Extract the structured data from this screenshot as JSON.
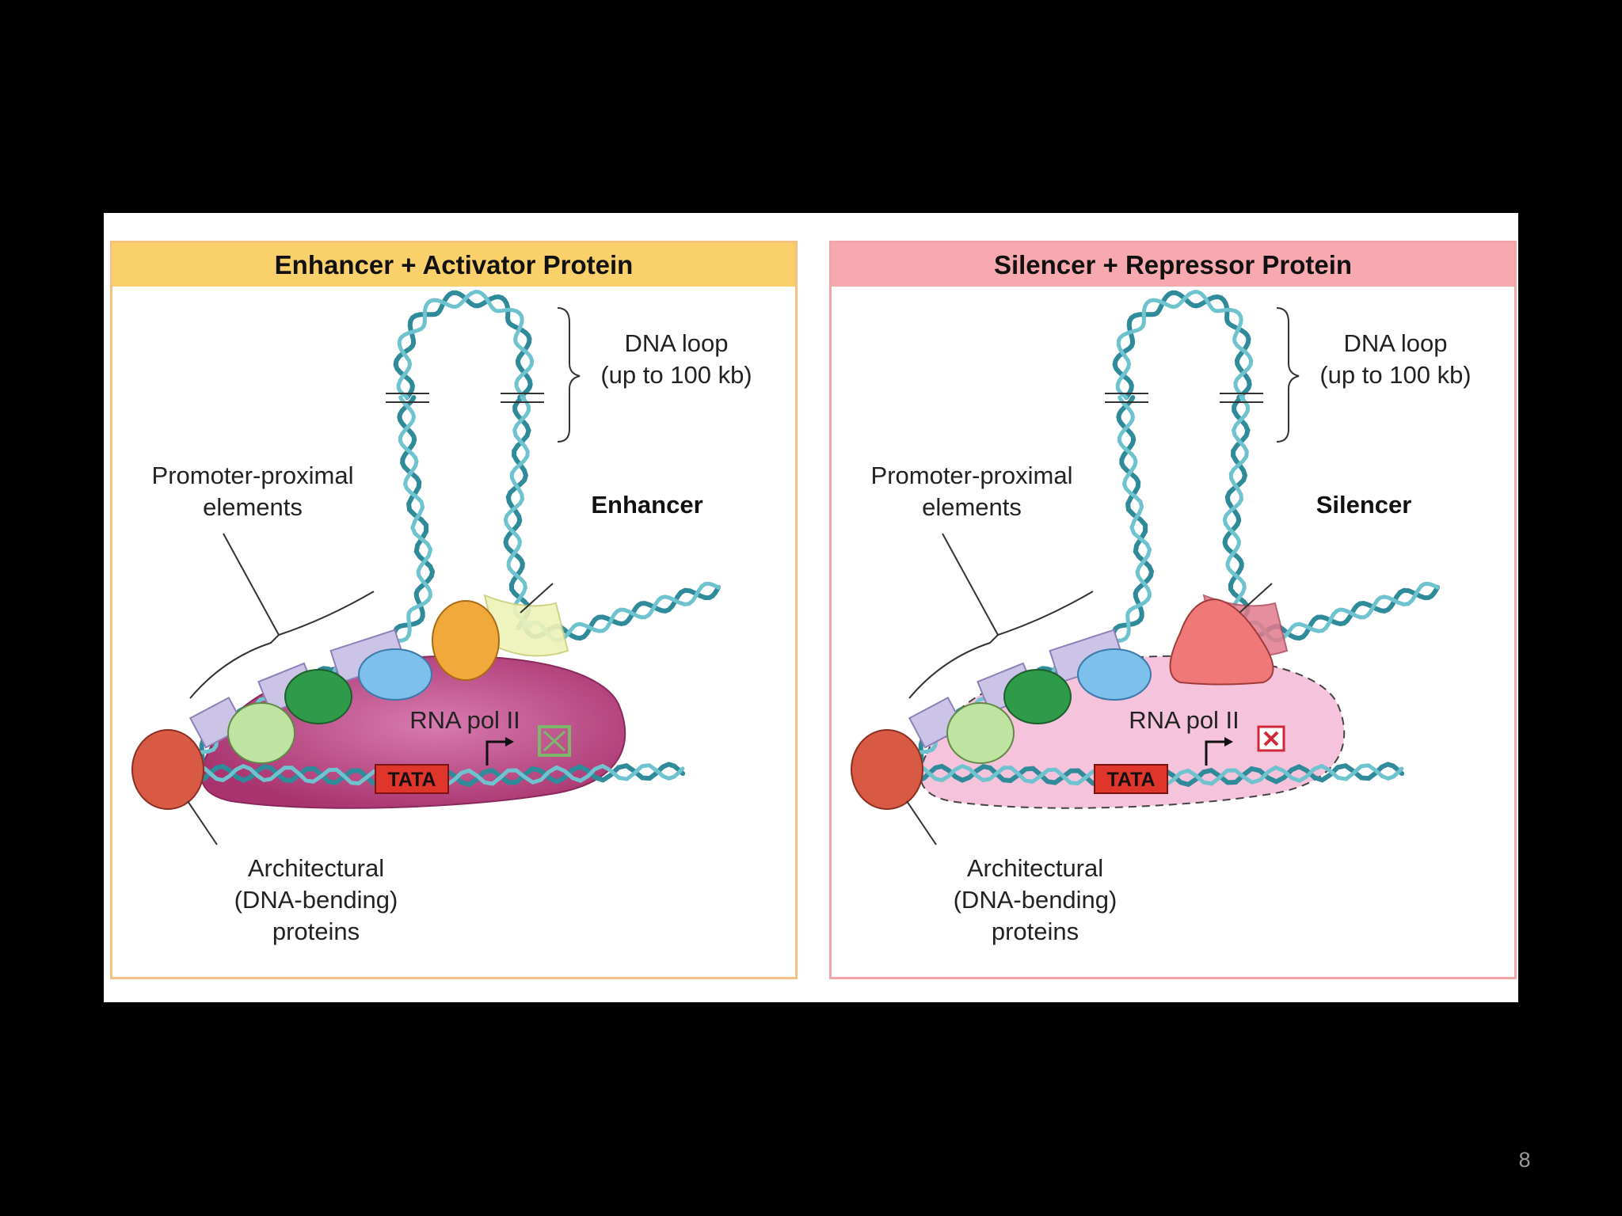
{
  "page_number": "8",
  "panels": [
    {
      "title": "Enhancer + Activator Protein",
      "dna_loop": [
        "DNA loop",
        "(up to 100 kb)"
      ],
      "promoter_proximal": [
        "Promoter-proximal",
        "elements"
      ],
      "element_label": "Enhancer",
      "rna_pol": "RNA pol II",
      "tata": "TATA",
      "architectural": [
        "Architectural",
        "(DNA-bending)",
        "proteins"
      ],
      "transcription_state": "active"
    },
    {
      "title": "Silencer + Repressor Protein",
      "dna_loop": [
        "DNA loop",
        "(up to 100 kb)"
      ],
      "promoter_proximal": [
        "Promoter-proximal",
        "elements"
      ],
      "element_label": "Silencer",
      "rna_pol": "RNA pol II",
      "tata": "TATA",
      "architectural": [
        "Architectural",
        "(DNA-bending)",
        "proteins"
      ],
      "transcription_state": "blocked"
    }
  ],
  "colors": {
    "dna": "#2f8a9a",
    "enhancer_panel": "#fad06a",
    "silencer_panel": "#f8a9b0",
    "rna_pol_active": "#b8427f",
    "rna_pol_blocked": "#f6c3dc",
    "activator": "#f2a93b",
    "repressor": "#f07878",
    "tata_box": "#e0352b"
  }
}
